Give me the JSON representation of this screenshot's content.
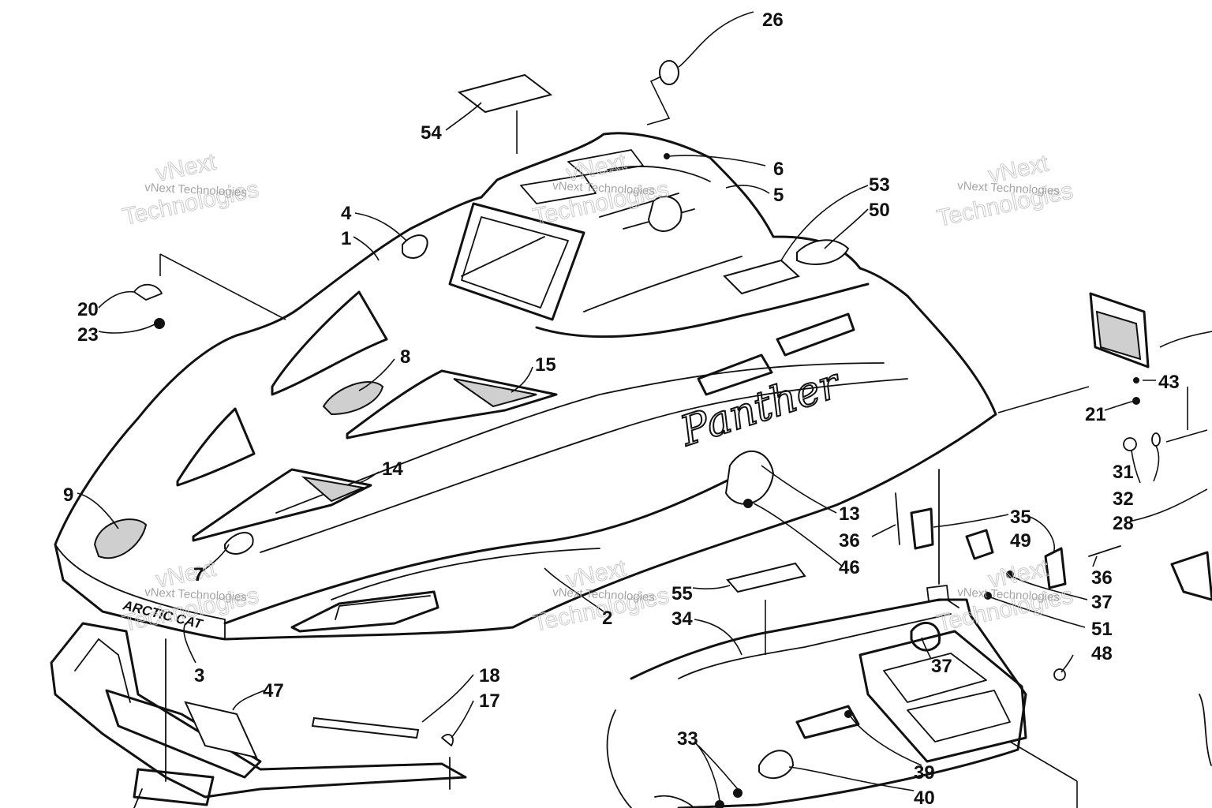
{
  "diagram": {
    "hood_script": "Panther",
    "brand_mark": "ARCTIC CAT",
    "callouts": {
      "c1": "1",
      "c2": "2",
      "c3": "3",
      "c4": "4",
      "c5": "5",
      "c6": "6",
      "c7": "7",
      "c8": "8",
      "c9": "9",
      "c13": "13",
      "c14": "14",
      "c15": "15",
      "c17": "17",
      "c18": "18",
      "c20": "20",
      "c21": "21",
      "c23": "23",
      "c26": "26",
      "c28": "28",
      "c31": "31",
      "c32": "32",
      "c33": "33",
      "c34": "34",
      "c35": "35",
      "c36a": "36",
      "c36b": "36",
      "c37a": "37",
      "c37b": "37",
      "c39": "39",
      "c40": "40",
      "c43": "43",
      "c46": "46",
      "c47": "47",
      "c48": "48",
      "c49": "49",
      "c50": "50",
      "c51": "51",
      "c53": "53",
      "c54": "54",
      "c55": "55"
    }
  },
  "watermark": {
    "small": "vNext Technologies",
    "big_line1": "vNext",
    "big_line2": "Technologies"
  }
}
